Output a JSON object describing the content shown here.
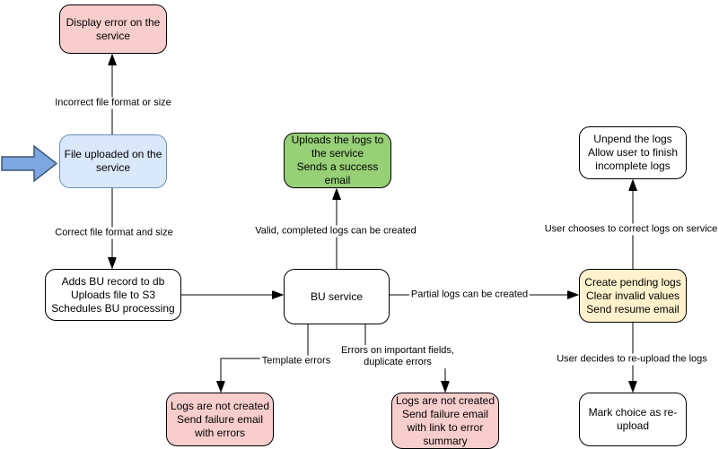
{
  "diagram": {
    "background": "#FFFFFF",
    "edge_color": "#000000",
    "nodes": {
      "display_error": {
        "text": "Display error on the\nservice",
        "fill": "#F8CECC",
        "stroke": "#000000"
      },
      "file_uploaded": {
        "text": "File uploaded on the\nservice",
        "fill": "#DAE8FC",
        "stroke": "#6C8EBF"
      },
      "adds_bu_record": {
        "text": "Adds BU record to db\nUploads file to S3\nSchedules BU processing",
        "fill": "#FFFFFF",
        "stroke": "#000000"
      },
      "bu_service": {
        "text": "BU service",
        "fill": "#FFFFFF",
        "stroke": "#000000"
      },
      "uploads_logs": {
        "text": "Uploads the logs to\nthe service\nSends a success\nemail",
        "fill": "#97D077",
        "stroke": "#000000"
      },
      "unpend_logs": {
        "text": "Unpend the logs\nAllow user to finish\nincomplete logs",
        "fill": "#FFFFFF",
        "stroke": "#000000"
      },
      "create_pending_logs": {
        "text": "Create pending logs\nClear invalid values\nSend resume email",
        "fill": "#FFF2CC",
        "stroke": "#000000"
      },
      "mark_reupload": {
        "text": "Mark choice as re-\nupload",
        "fill": "#FFFFFF",
        "stroke": "#000000"
      },
      "logs_not_created_errors": {
        "text": "Logs are not created\nSend failure email\nwith errors",
        "fill": "#F8CECC",
        "stroke": "#000000"
      },
      "logs_not_created_summary": {
        "text": "Logs are not created\nSend failure email\nwith link to error\nsummary",
        "fill": "#F8CECC",
        "stroke": "#000000"
      }
    },
    "edge_labels": {
      "incorrect_file": "Incorrect file format or size",
      "correct_file": "Correct file format and size",
      "valid_completed": "Valid, completed logs can be created",
      "partial_logs": "Partial logs can be created",
      "template_errors": "Template errors",
      "field_errors": "Errors on important fields,\nduplicate errors",
      "user_corrects": "User chooses to correct logs on service",
      "user_reuploads": "User decides to re-upload the logs"
    },
    "input_arrow": {
      "fill": "#7EA6E0",
      "stroke": "#3A5876"
    }
  }
}
